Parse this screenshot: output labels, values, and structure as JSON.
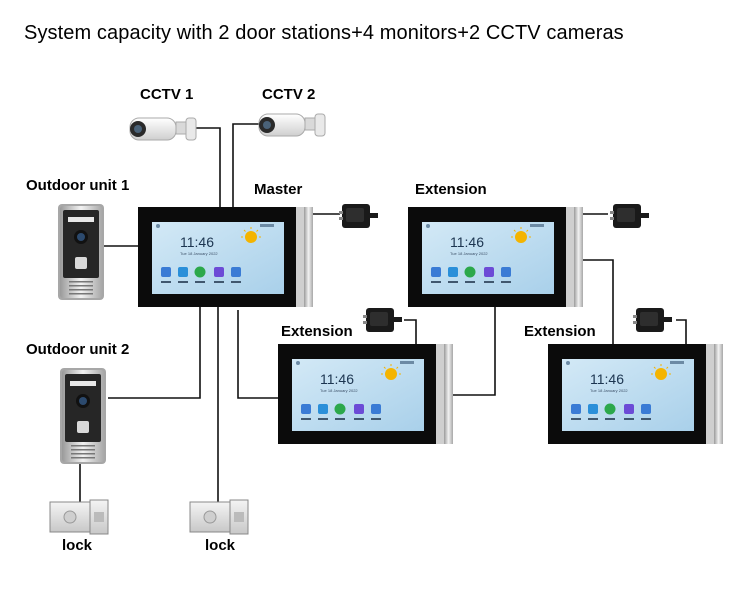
{
  "title": "System capacity with 2 door stations+4 monitors+2 CCTV cameras",
  "labels": {
    "cctv1": "CCTV 1",
    "cctv2": "CCTV 2",
    "outdoor1": "Outdoor unit 1",
    "outdoor2": "Outdoor unit 2",
    "master": "Master",
    "extension_top": "Extension",
    "extension_mid": "Extension",
    "extension_right": "Extension",
    "lock_left": "lock",
    "lock_mid": "lock"
  },
  "screen": {
    "clock": "11:46",
    "date": "Tue 18 January 2022"
  },
  "colors": {
    "wire": "#111111",
    "monitor_bezel": "#0b0b0b",
    "screen_bg": "#bcdcef",
    "sun": "#f4b400"
  }
}
